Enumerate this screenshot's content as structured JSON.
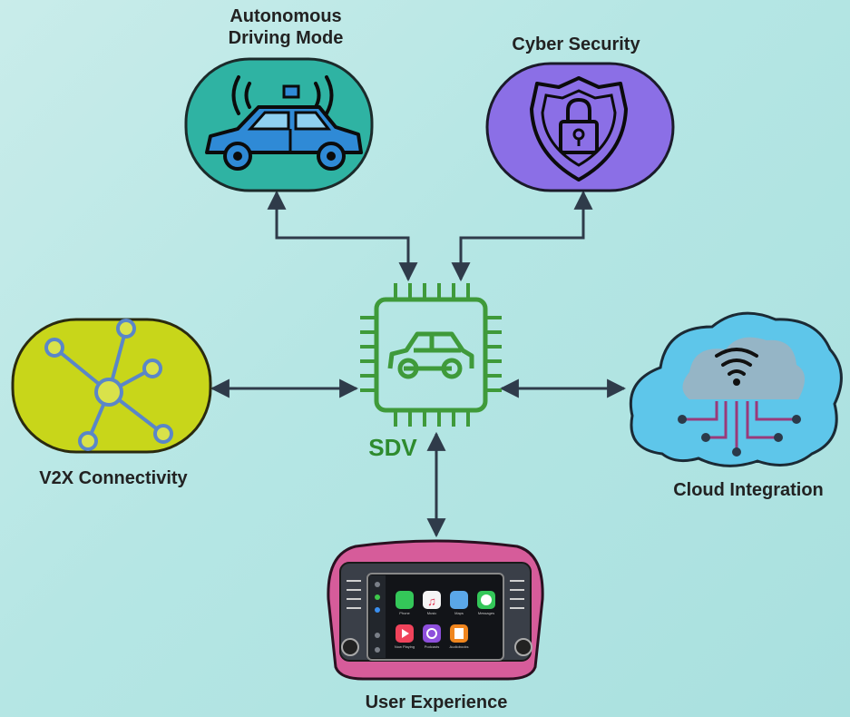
{
  "nodes": {
    "autonomous": {
      "line1": "Autonomous",
      "line2": "Driving Mode"
    },
    "cyber": {
      "label": "Cyber Security"
    },
    "v2x": {
      "label": "V2X Connectivity"
    },
    "cloud": {
      "label": "Cloud Integration"
    },
    "ux": {
      "label": "User Experience"
    },
    "sdv": {
      "label": "SDV"
    }
  },
  "screen_apps": {
    "row1": [
      "Phone",
      "Music",
      "Maps",
      "Messages"
    ],
    "row2": [
      "Now Playing",
      "Podcasts",
      "Audiobooks"
    ]
  },
  "colors": {
    "autonomous_fill": "#2fb3a3",
    "cyber_fill": "#8b6fe6",
    "v2x_fill": "#c8d61a",
    "cloud_fill": "#5ec6ea",
    "ux_fill": "#d65c9a",
    "chip_stroke": "#3f9a3a",
    "arrow": "#2f3b4a"
  }
}
